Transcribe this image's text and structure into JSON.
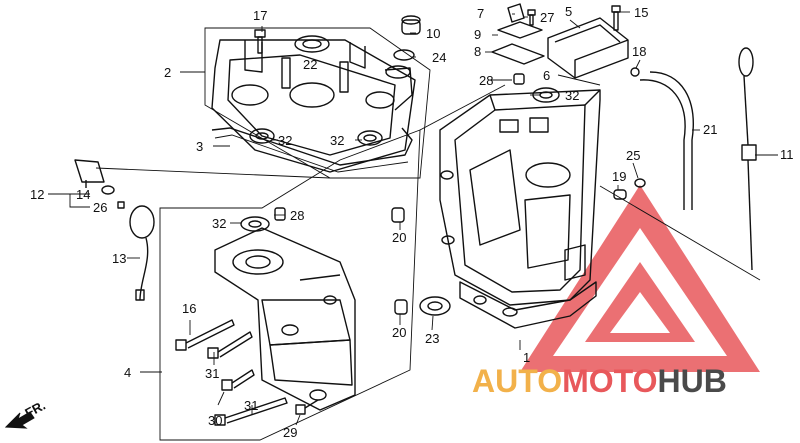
{
  "diagram": {
    "callouts": [
      {
        "id": "c1",
        "text": "1"
      },
      {
        "id": "c2",
        "text": "2"
      },
      {
        "id": "c3",
        "text": "3"
      },
      {
        "id": "c4",
        "text": "4"
      },
      {
        "id": "c5",
        "text": "5"
      },
      {
        "id": "c6",
        "text": "6"
      },
      {
        "id": "c7",
        "text": "7"
      },
      {
        "id": "c8",
        "text": "8"
      },
      {
        "id": "c9",
        "text": "9"
      },
      {
        "id": "c10",
        "text": "10"
      },
      {
        "id": "c11",
        "text": "11"
      },
      {
        "id": "c12",
        "text": "12"
      },
      {
        "id": "c13",
        "text": "13"
      },
      {
        "id": "c14",
        "text": "14"
      },
      {
        "id": "c15",
        "text": "15"
      },
      {
        "id": "c16",
        "text": "16"
      },
      {
        "id": "c17",
        "text": "17"
      },
      {
        "id": "c18",
        "text": "18"
      },
      {
        "id": "c19",
        "text": "19"
      },
      {
        "id": "c20a",
        "text": "20"
      },
      {
        "id": "c20b",
        "text": "20"
      },
      {
        "id": "c21",
        "text": "21"
      },
      {
        "id": "c22",
        "text": "22"
      },
      {
        "id": "c23",
        "text": "23"
      },
      {
        "id": "c24",
        "text": "24"
      },
      {
        "id": "c25",
        "text": "25"
      },
      {
        "id": "c26",
        "text": "26"
      },
      {
        "id": "c27",
        "text": "27"
      },
      {
        "id": "c28a",
        "text": "28"
      },
      {
        "id": "c28b",
        "text": "28"
      },
      {
        "id": "c29",
        "text": "29"
      },
      {
        "id": "c30",
        "text": "30"
      },
      {
        "id": "c31a",
        "text": "31"
      },
      {
        "id": "c31b",
        "text": "31"
      },
      {
        "id": "c32a",
        "text": "32"
      },
      {
        "id": "c32b",
        "text": "32"
      },
      {
        "id": "c32c",
        "text": "32"
      },
      {
        "id": "c32d",
        "text": "32"
      }
    ],
    "direction_label": "FR."
  },
  "watermark": {
    "brand_part1": "AUTO",
    "brand_part2": "MOTO",
    "brand_part3": "HUB",
    "colors": {
      "triangle": "#e8585b",
      "part1": "#f2b14a",
      "part2": "#e8585b",
      "part3": "#4a4a4a"
    }
  }
}
